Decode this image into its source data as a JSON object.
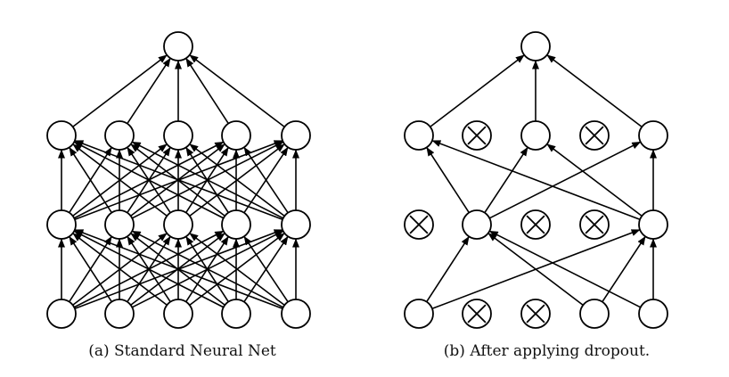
{
  "figures": [
    {
      "id": "a",
      "caption": "(a) Standard Neural Net",
      "layers": [
        [
          true,
          true,
          true,
          true,
          true
        ],
        [
          true,
          true,
          true,
          true,
          true
        ],
        [
          true,
          true,
          true,
          true,
          true
        ],
        [
          true
        ]
      ]
    },
    {
      "id": "b",
      "caption": "(b) After applying dropout.",
      "layers": [
        [
          true,
          false,
          false,
          true,
          true
        ],
        [
          false,
          true,
          false,
          false,
          true
        ],
        [
          true,
          false,
          true,
          false,
          true
        ],
        [
          true
        ]
      ]
    }
  ],
  "style": {
    "stroke": "#000000",
    "fill": "#ffffff"
  }
}
